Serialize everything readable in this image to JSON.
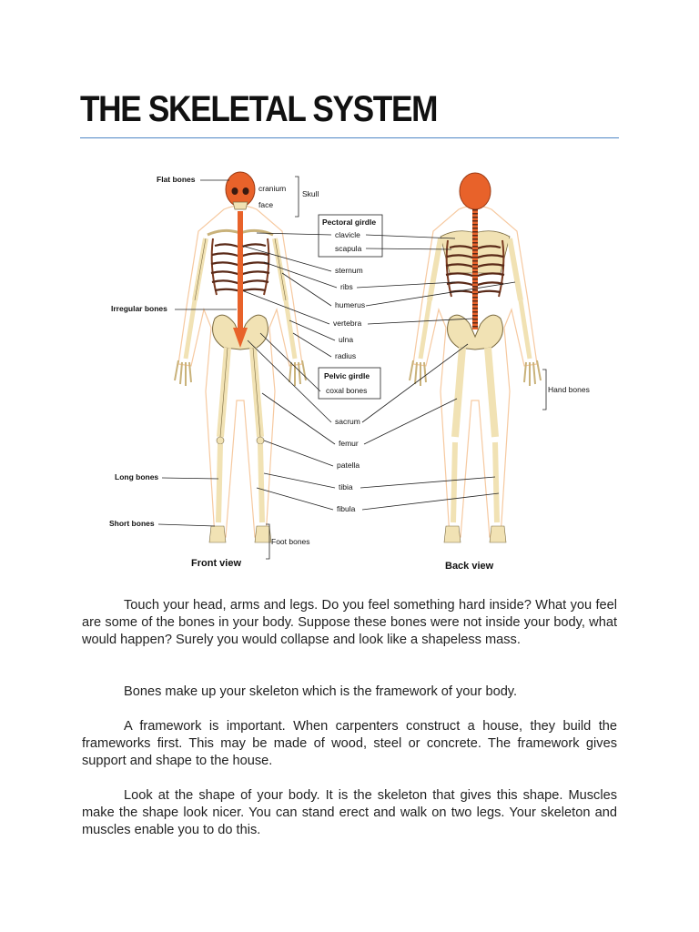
{
  "document": {
    "title": "THE SKELETAL SYSTEM",
    "paragraphs": [
      "Touch your head, arms and legs. Do you feel something hard inside? What you feel are some of the bones in your body. Suppose these bones were not inside your body, what would happen? Surely you would collapse and look like a shapeless mass.",
      "Bones make up your skeleton which is the framework of your body.",
      "A framework is important. When carpenters construct a house, they build the frameworks first. This may be made of wood, steel or concrete. The framework gives support and shape to the house.",
      "Look at the shape of your body. It is the skeleton that gives this shape. Muscles make the shape look nicer. You can stand erect and walk on two legs. Your skeleton and muscles enable you to do this."
    ]
  },
  "figure": {
    "views": {
      "front": "Front view",
      "back": "Back view"
    },
    "bone_types": {
      "flat": "Flat bones",
      "irregular": "Irregular bones",
      "long": "Long bones",
      "short": "Short bones"
    },
    "labels": {
      "cranium": "cranium",
      "face": "face",
      "skull": "Skull",
      "pectoral_girdle": "Pectoral girdle",
      "clavicle": "clavicle",
      "scapula": "scapula",
      "sternum": "sternum",
      "ribs": "ribs",
      "humerus": "humerus",
      "vertebra": "vertebra",
      "ulna": "ulna",
      "radius": "radius",
      "pelvic_girdle": "Pelvic girdle",
      "coxal_bones": "coxal bones",
      "sacrum": "sacrum",
      "femur": "femur",
      "patella": "patella",
      "tibia": "tibia",
      "fibula": "fibula",
      "hand_bones": "Hand bones",
      "foot_bones": "Foot bones"
    },
    "colors": {
      "bone": "#f1e2b4",
      "axial": "#e8622a",
      "outline": "#7a6a40",
      "skin": "#f6c9a0"
    }
  }
}
